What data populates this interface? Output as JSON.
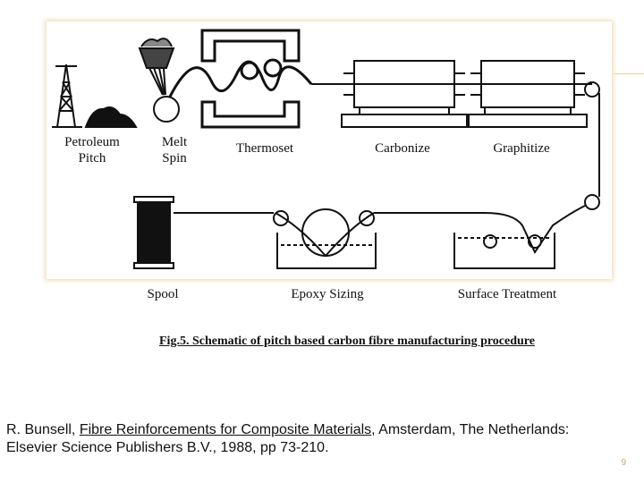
{
  "labels": {
    "petroleum": "Petroleum\nPitch",
    "melt": "Melt\nSpin",
    "thermoset": "Thermoset",
    "carbonize": "Carbonize",
    "graphitize": "Graphitize",
    "spool": "Spool",
    "epoxy": "Epoxy Sizing",
    "surface": "Surface  Treatment"
  },
  "caption": "Fig.5. Schematic of pitch based carbon fibre manufacturing procedure",
  "reference": {
    "author": "R. Bunsell, ",
    "title": "Fibre Reinforcements for Composite Materials",
    "rest": ", Amsterdam, The Netherlands: Elsevier Science Publishers B.V., 1988, pp 73-210."
  },
  "page_number": "9",
  "colors": {
    "accent": "#c8a878",
    "panel_glow": "#eedfc0"
  }
}
